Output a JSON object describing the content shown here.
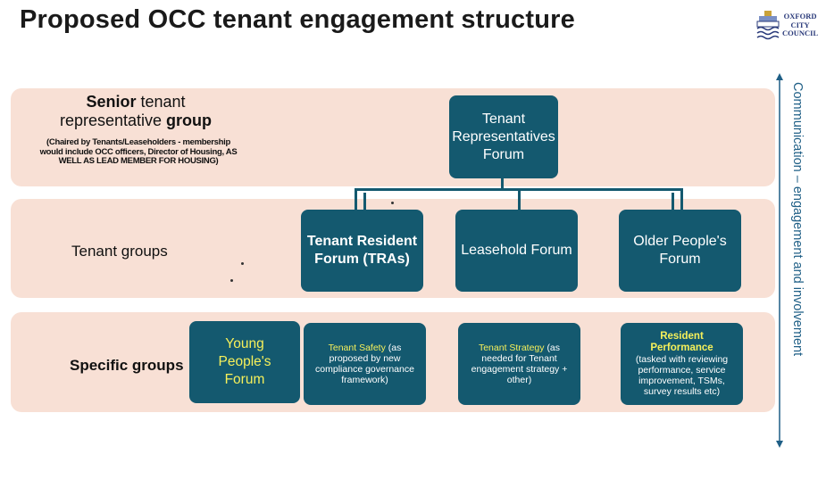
{
  "title": "Proposed OCC tenant engagement structure",
  "logo": {
    "line1": "OXFORD",
    "line2": "CITY",
    "line3": "COUNCIL"
  },
  "senior": {
    "bold1": "Senior",
    "rest1": " tenant",
    "line2a": "representative ",
    "line2b": "group",
    "note": "(Chaired by Tenants/Leaseholders - membership would include OCC officers, Director of Housing, AS WELL AS LEAD MEMBER FOR HOUSING)"
  },
  "rows": {
    "tenant_groups": "Tenant groups",
    "specific_groups": "Specific groups"
  },
  "boxes": {
    "trf": "Tenant Representatives Forum",
    "tra": "Tenant Resident Forum (TRAs)",
    "leasehold": "Leasehold Forum",
    "older": "Older People's Forum",
    "young": "Young People's Forum",
    "safety_title": "Tenant Safety",
    "safety_body": "(as proposed by new compliance governance framework)",
    "strategy_title": "Tenant Strategy",
    "strategy_body": "(as needed for Tenant engagement strategy + other)",
    "performance_title": "Resident Performance",
    "performance_body": "(tasked with reviewing performance, service improvement, TSMs, survey results etc)"
  },
  "side_label": "Communication – engagement and involvement",
  "colors": {
    "box": "#14596f",
    "band": "#f8e0d5",
    "highlight": "#f6f05a",
    "arrow": "#1f5f86"
  }
}
